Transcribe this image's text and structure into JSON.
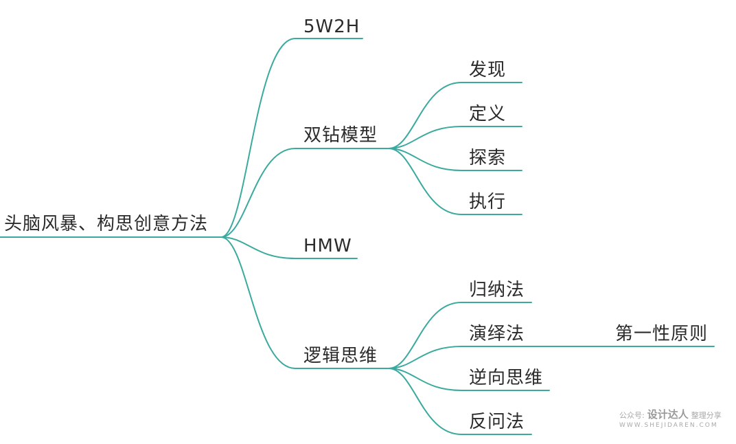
{
  "mindmap": {
    "line_color": "#3aaa9e",
    "root": {
      "label": "头脑风暴、构思创意方法"
    },
    "branches": [
      {
        "label": "5W2H",
        "children": []
      },
      {
        "label": "双钻模型",
        "children": [
          {
            "label": "发现",
            "children": []
          },
          {
            "label": "定义",
            "children": []
          },
          {
            "label": "探索",
            "children": []
          },
          {
            "label": "执行",
            "children": []
          }
        ]
      },
      {
        "label": "HMW",
        "children": []
      },
      {
        "label": "逻辑思维",
        "children": [
          {
            "label": "归纳法",
            "children": []
          },
          {
            "label": "演绎法",
            "children": [
              {
                "label": "第一性原则"
              }
            ]
          },
          {
            "label": "逆向思维",
            "children": []
          },
          {
            "label": "反问法",
            "children": []
          }
        ]
      }
    ]
  },
  "watermark": {
    "prefix": "公众号:",
    "brand": "设计达人",
    "suffix": "整理分享",
    "url": "WWW.SHEJIDAREN.COM"
  }
}
